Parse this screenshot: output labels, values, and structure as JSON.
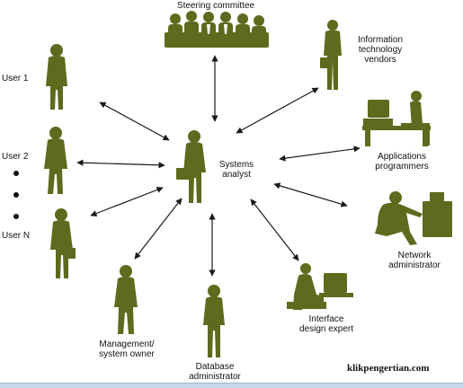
{
  "colors": {
    "figure": "#5c6b1d",
    "arrow": "#1a1a1a",
    "text": "#111111"
  },
  "nodes": {
    "steering_committee": {
      "label": "Steering committee"
    },
    "it_vendors": {
      "label": "Information\ntechnology\nvendors"
    },
    "app_programmers": {
      "label": "Applications\nprogrammers"
    },
    "network_admin": {
      "label": "Network\nadministrator"
    },
    "interface_designer": {
      "label": "Interface\ndesign expert"
    },
    "db_admin": {
      "label": "Database\nadministrator"
    },
    "mgmt_owner": {
      "label": "Management/\nsystem owner"
    },
    "user_n": {
      "label": "User N"
    },
    "user_2": {
      "label": "User 2"
    },
    "user_1": {
      "label": "User 1"
    },
    "systems_analyst": {
      "label": "Systems\nanalyst"
    }
  },
  "watermark": "klikpengertian.com"
}
